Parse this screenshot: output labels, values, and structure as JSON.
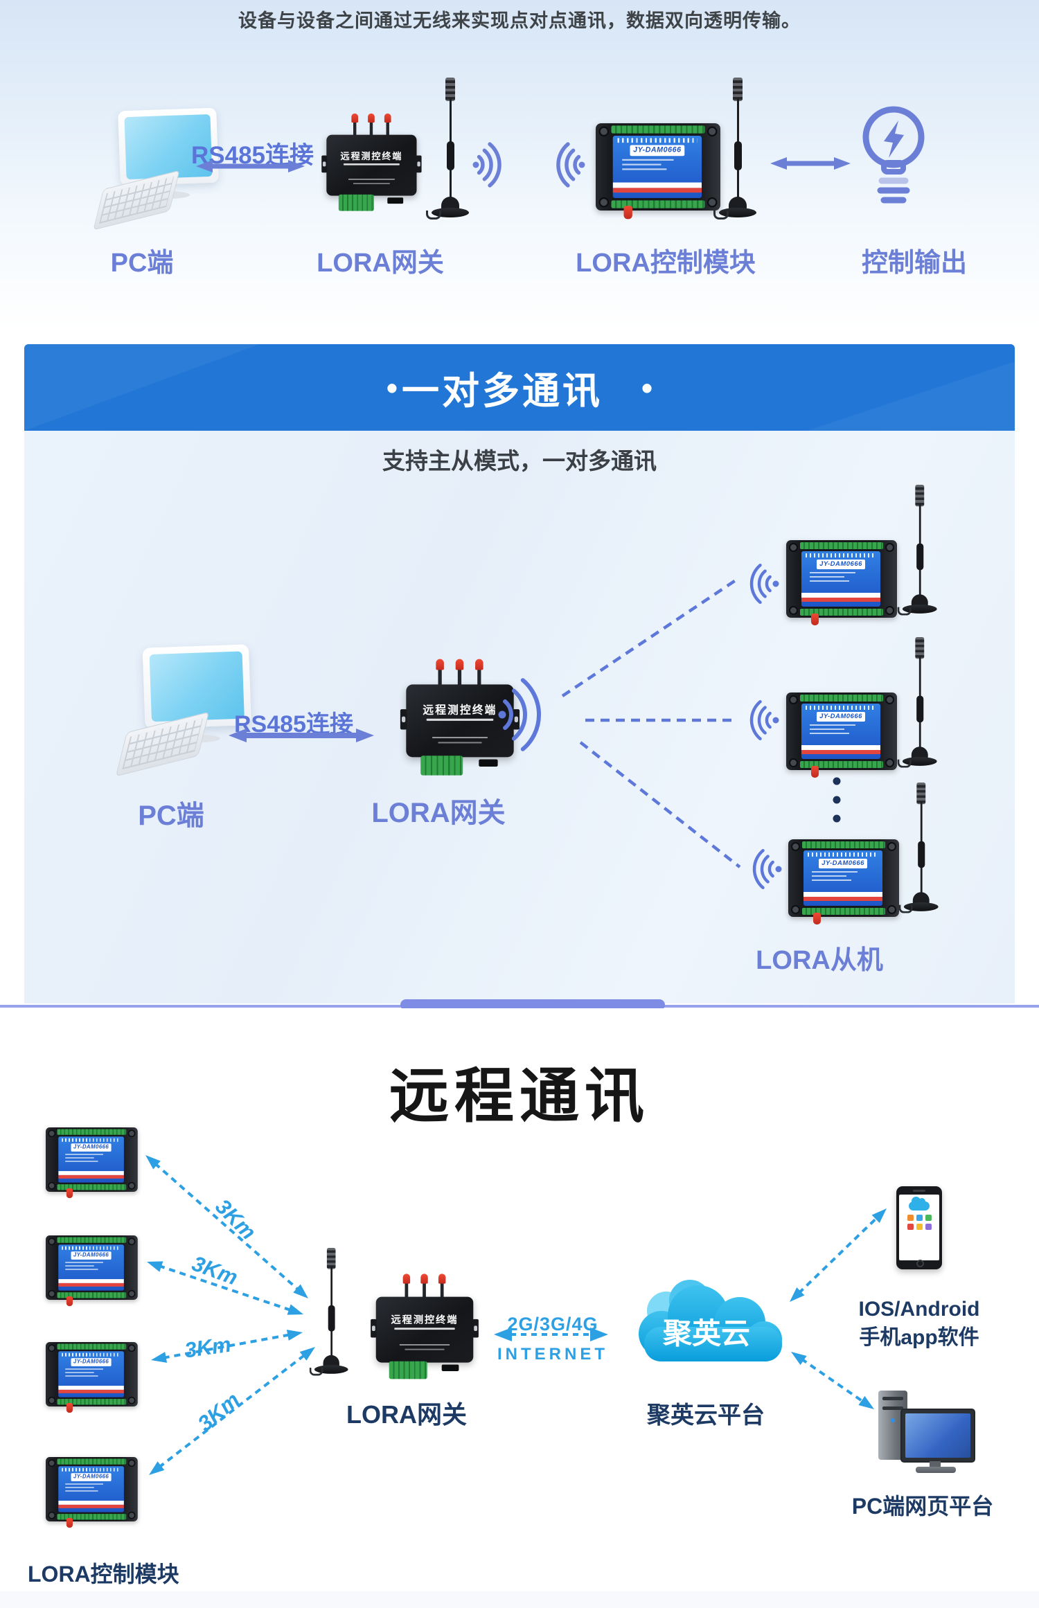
{
  "device": {
    "gateway_name": "远程测控终端",
    "module_name": "JY-DAM0666"
  },
  "section1": {
    "title": "设备与设备之间通过无线来实现点对点通讯，数据双向透明传输。",
    "rs485_label": "RS485连接",
    "labels": {
      "pc": "PC端",
      "gateway": "LORA网关",
      "module": "LORA控制模块",
      "output": "控制输出"
    }
  },
  "section2": {
    "banner": {
      "bullet": "•",
      "title": "一对多通讯"
    },
    "subtitle": "支持主从模式，一对多通讯",
    "rs485_label": "RS485连接",
    "labels": {
      "pc": "PC端",
      "gateway": "LORA网关",
      "slave": "LORA从机"
    }
  },
  "section3": {
    "title": "远程通讯",
    "distance_labels": [
      "3Km",
      "3Km",
      "3Km",
      "3Km"
    ],
    "uplink": {
      "line1": "2G/3G/4G",
      "line2": "INTERNET"
    },
    "cloud_name": "聚英云",
    "labels": {
      "gateway": "LORA网关",
      "cloud": "聚英云平台",
      "app_line1": "IOS/Android",
      "app_line2": "手机app软件",
      "web": "PC端网页平台",
      "modules": "LORA控制模块"
    }
  }
}
